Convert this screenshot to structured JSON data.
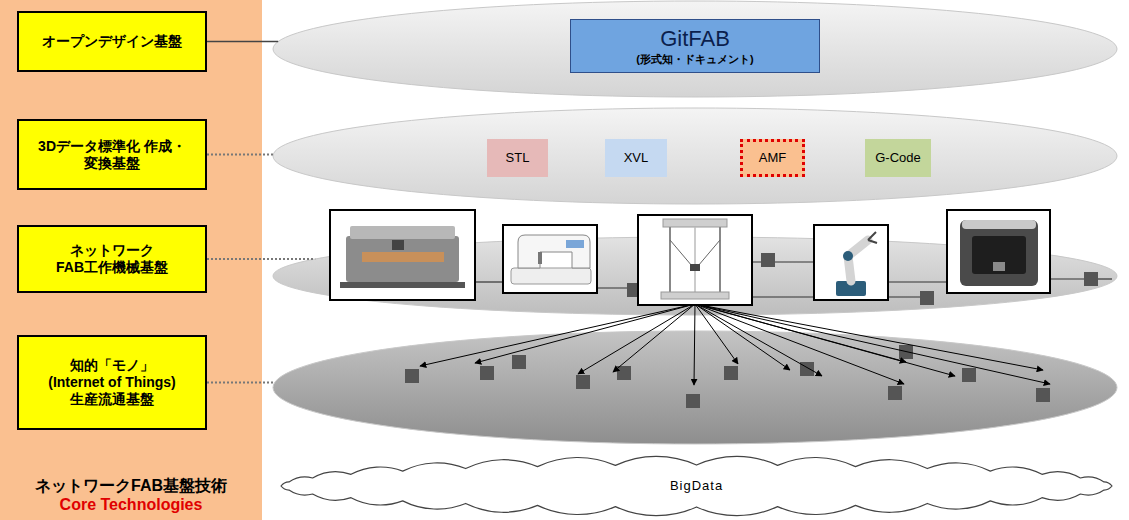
{
  "diagram": {
    "nodes": [
      {
        "text": [
          "ネットワークFAB基盤技術",
          "Core Technologies"
        ]
      },
      {
        "text": [
          "オープンデザイン基盤"
        ],
        "in": 0
      },
      {
        "text": [
          "3Dデータ標準化 作成・変換基盤"
        ],
        "in": 0
      },
      {
        "text": [
          "ネットワーク FAB工作機械基盤"
        ],
        "in": 0
      },
      {
        "text": [
          "知的「モノ」 (Internet of Things) 生産流通基盤"
        ],
        "in": 0
      },
      {
        "text": []
      },
      {
        "text": [
          "GitFAB",
          "(形式知・ドキュメント)"
        ],
        "in": 5
      },
      {
        "text": []
      },
      {
        "text": [
          "STL"
        ],
        "in": 7
      },
      {
        "text": [
          "XVL"
        ],
        "in": 7
      },
      {
        "text": [
          "AMF"
        ],
        "in": 7
      },
      {
        "text": [
          "G-Code"
        ],
        "in": 7
      },
      {
        "text": []
      },
      {
        "text": []
      },
      {
        "text": [
          "BigData"
        ]
      }
    ],
    "edges": [
      {
        "from": 1,
        "to": 5,
        "arrow": "none"
      },
      {
        "from": 2,
        "to": 7,
        "arrow": "none"
      },
      {
        "from": 3,
        "to": 12,
        "arrow": "none"
      },
      {
        "from": 4,
        "to": 13,
        "arrow": "none"
      }
    ]
  }
}
